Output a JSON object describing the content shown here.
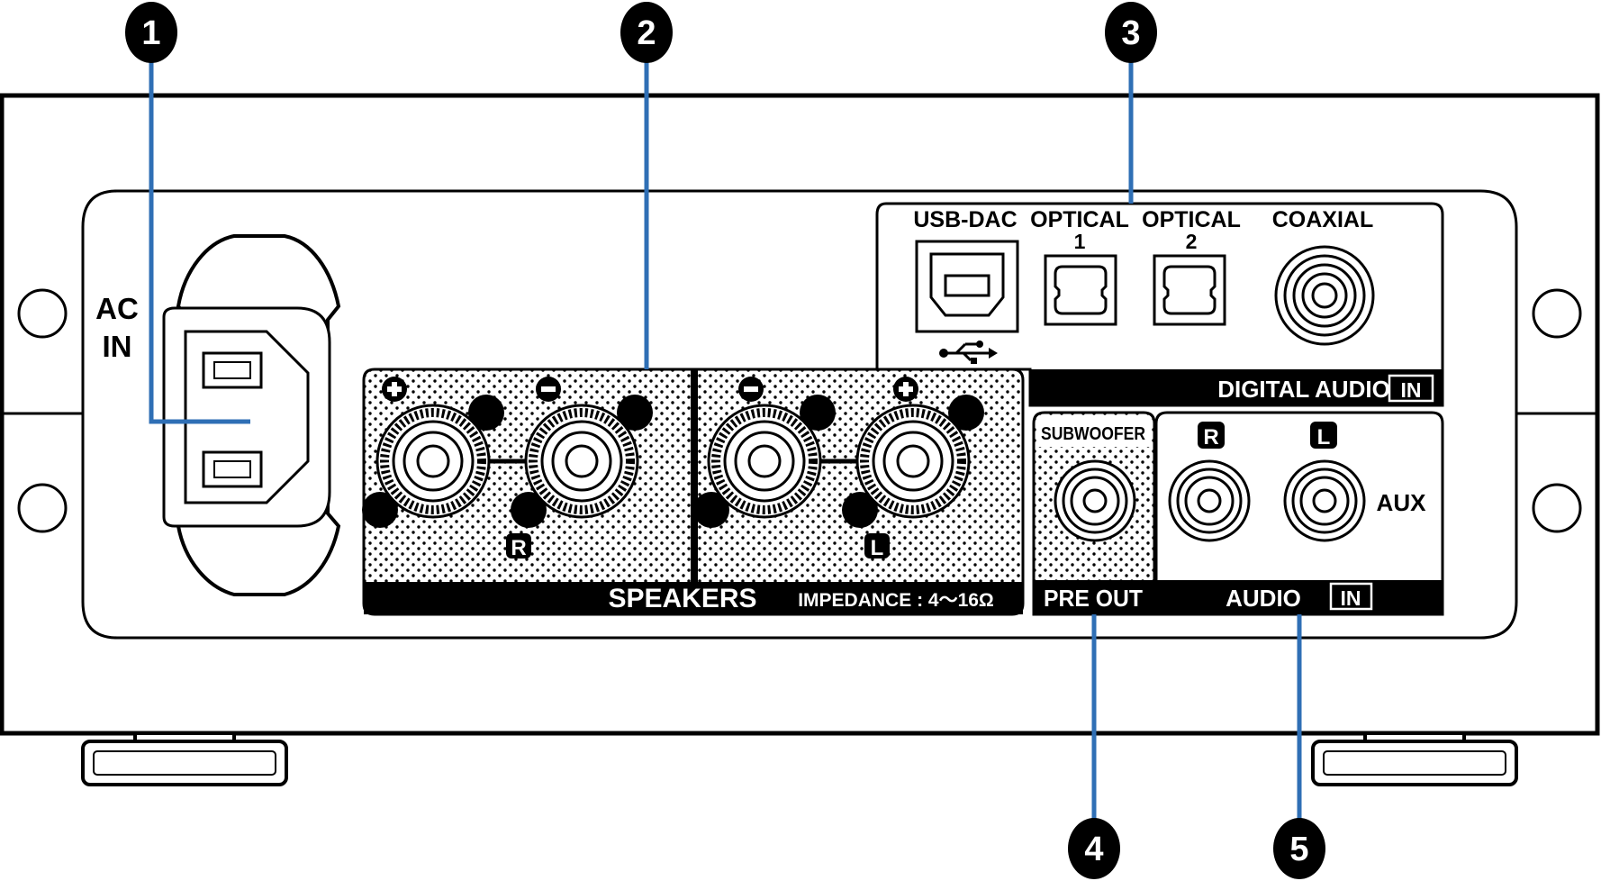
{
  "callouts": [
    "1",
    "2",
    "3",
    "4",
    "5"
  ],
  "labels": {
    "ac_line1": "AC",
    "ac_line2": "IN",
    "usb_dac": "USB-DAC",
    "optical1": "OPTICAL",
    "optical1_num": "1",
    "optical2": "OPTICAL",
    "optical2_num": "2",
    "coaxial": "COAXIAL",
    "digital_audio": "DIGITAL AUDIO",
    "in_badge": "IN",
    "speakers": "SPEAKERS",
    "impedance": "IMPEDANCE : 4～16Ω",
    "channel_r": "R",
    "channel_l": "L",
    "subwoofer": "SUBWOOFER",
    "pre_out": "PRE OUT",
    "aux_r": "R",
    "aux_l": "L",
    "aux": "AUX",
    "audio": "AUDIO",
    "audio_in_badge": "IN"
  },
  "colors": {
    "line": "#000000",
    "callout_line": "#2f6fb5",
    "callout_fill": "#000000",
    "background": "#ffffff"
  },
  "icons": [
    "iec-inlet-icon",
    "usb-b-port-icon",
    "usb-symbol-icon",
    "optical-port-icon",
    "rca-jack-icon",
    "binding-post-icon",
    "plus-icon",
    "minus-icon"
  ]
}
